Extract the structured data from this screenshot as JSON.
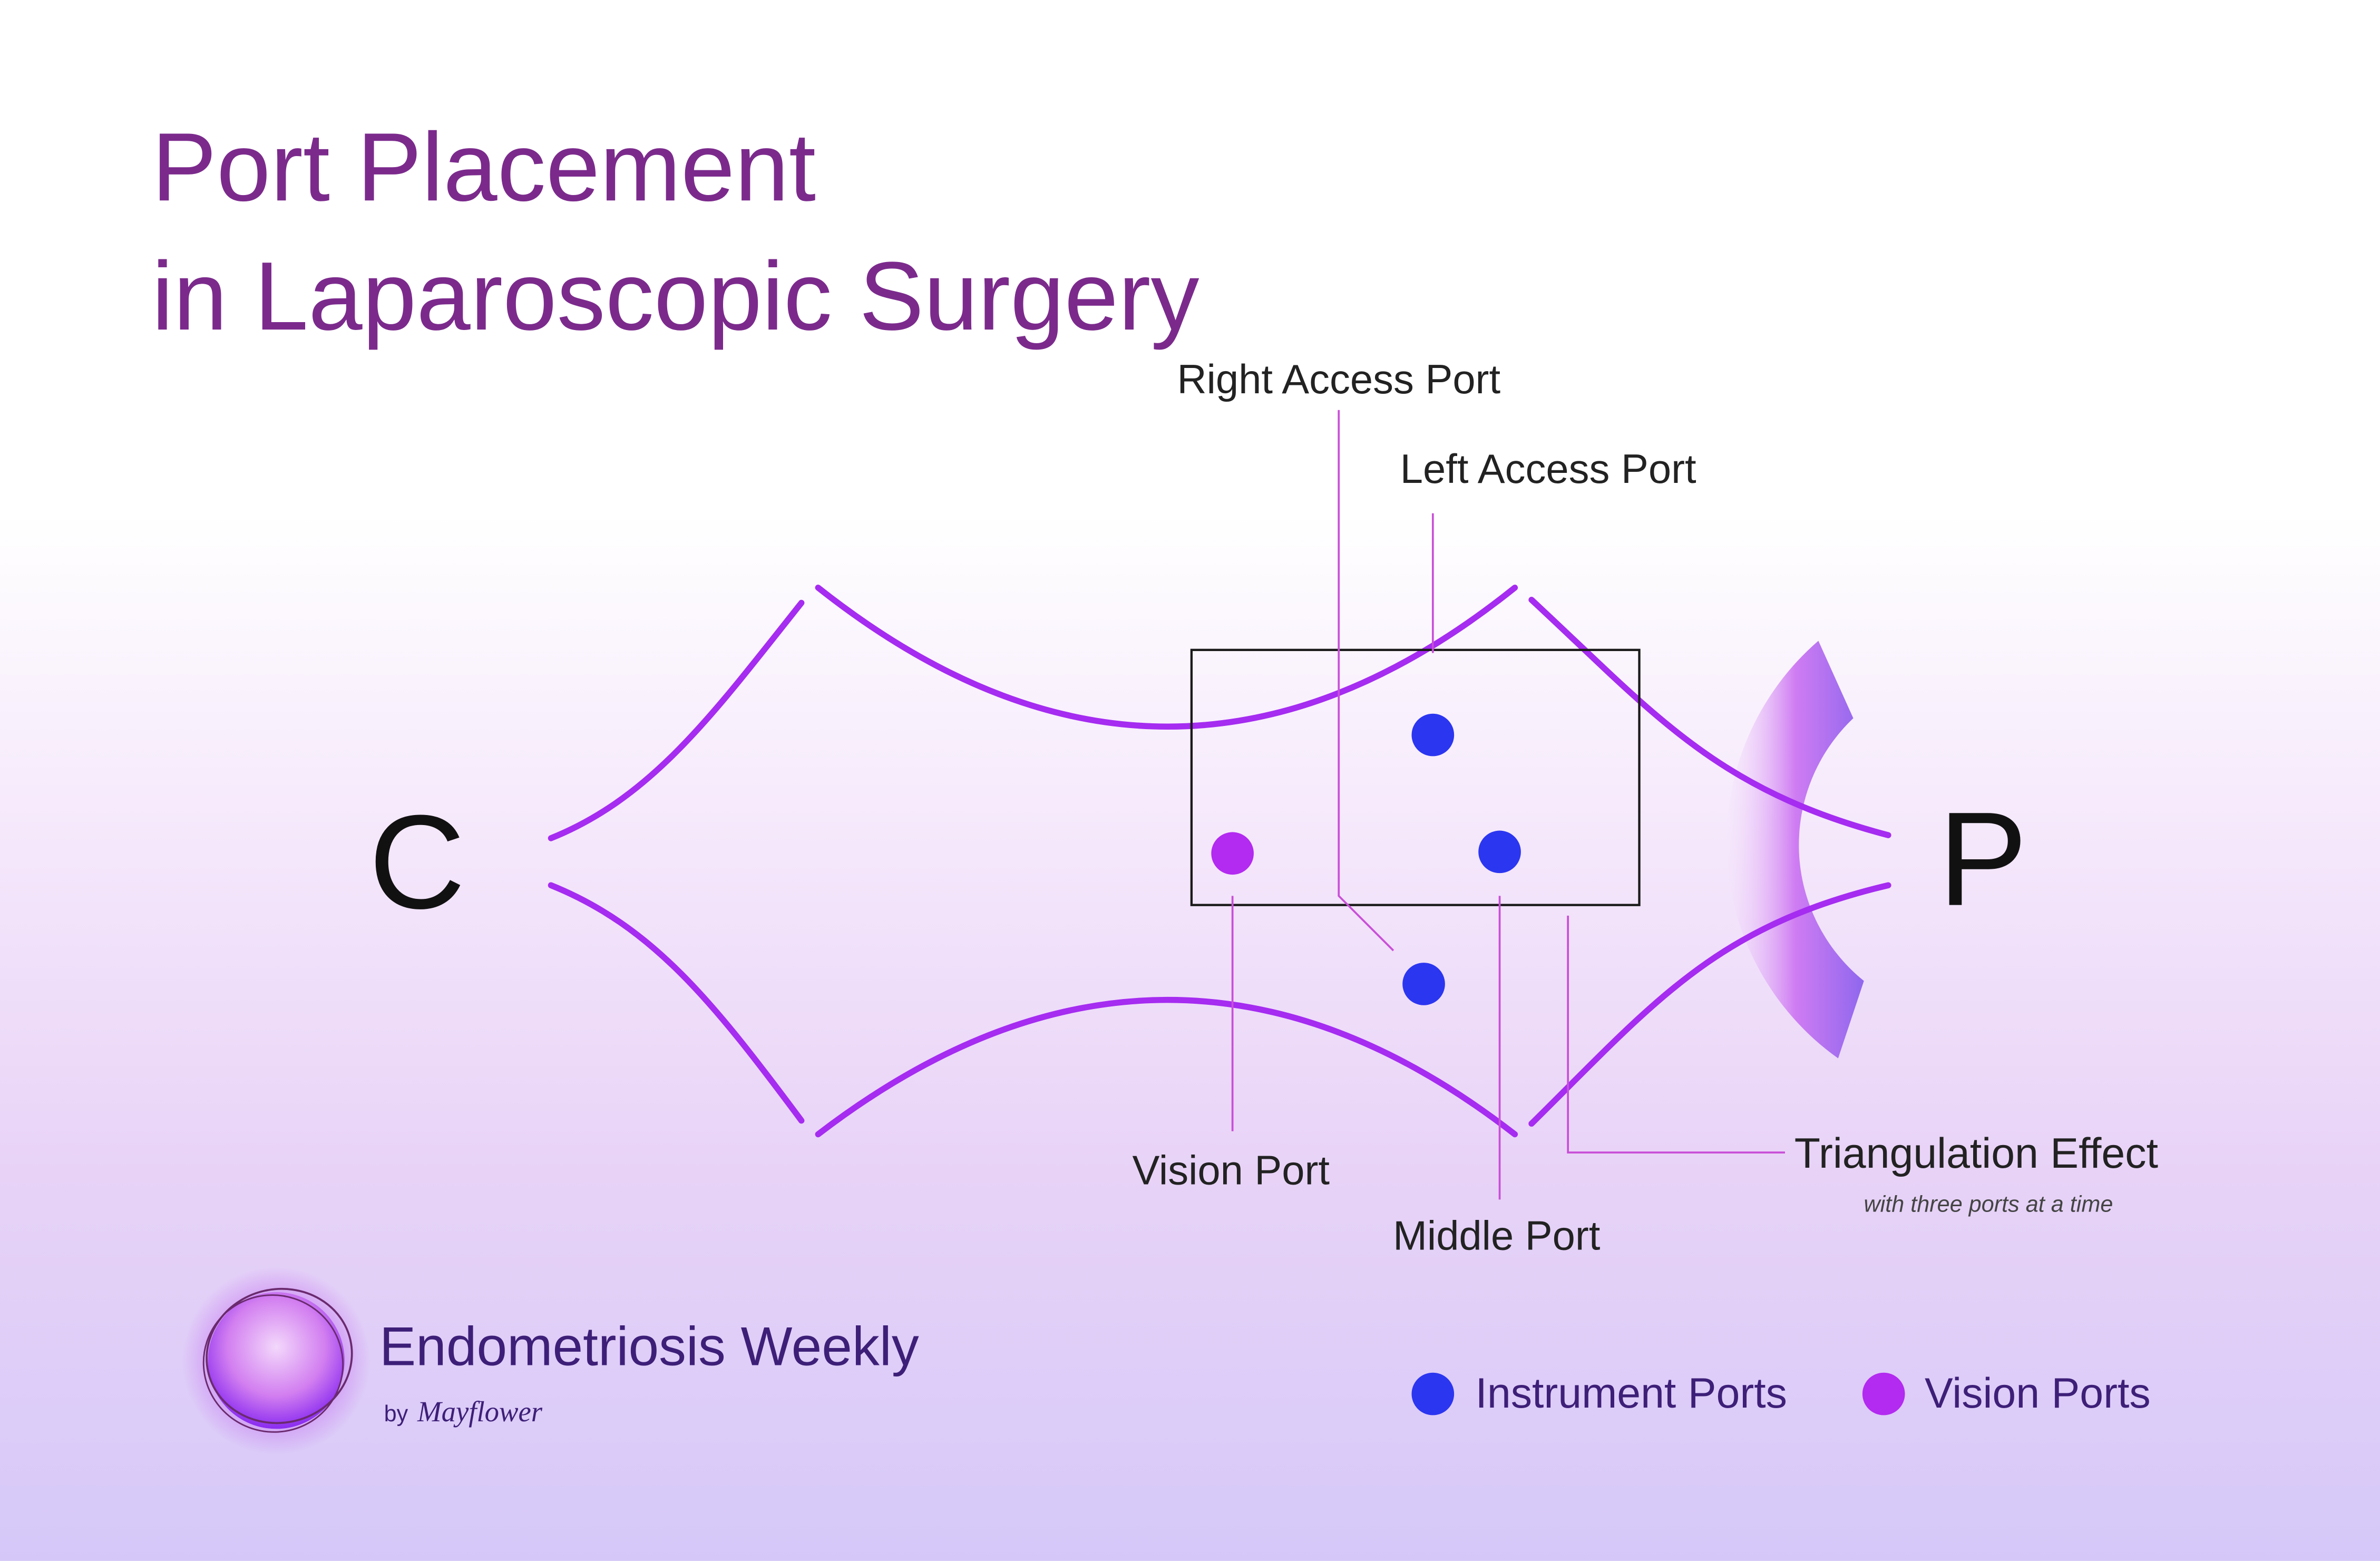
{
  "title": {
    "line1": "Port Placement",
    "line2": "in Laparoscopic Surgery"
  },
  "diagram": {
    "left_letter": "C",
    "right_letter": "P",
    "labels": {
      "right_access_port": "Right Access Port",
      "left_access_port": "Left Access Port",
      "vision_port": "Vision Port",
      "middle_port": "Middle Port",
      "triangulation_effect": "Triangulation Effect",
      "triangulation_subtitle": "with three ports at a time"
    }
  },
  "legend": {
    "instrument_ports": "Instrument Ports",
    "vision_ports": "Vision Ports"
  },
  "brand": {
    "name": "Endometriosis Weekly",
    "by": "by",
    "publisher": "Mayflower"
  },
  "colors": {
    "title": "#7b2a8c",
    "curve": "#a52cf0",
    "instrument_port": "#2b36f0",
    "vision_port": "#b32af0",
    "leader": "#c94fd8",
    "brand_text": "#3d1f78",
    "background_top": "#ffffff",
    "background_bottom": "#d5c8f8"
  }
}
